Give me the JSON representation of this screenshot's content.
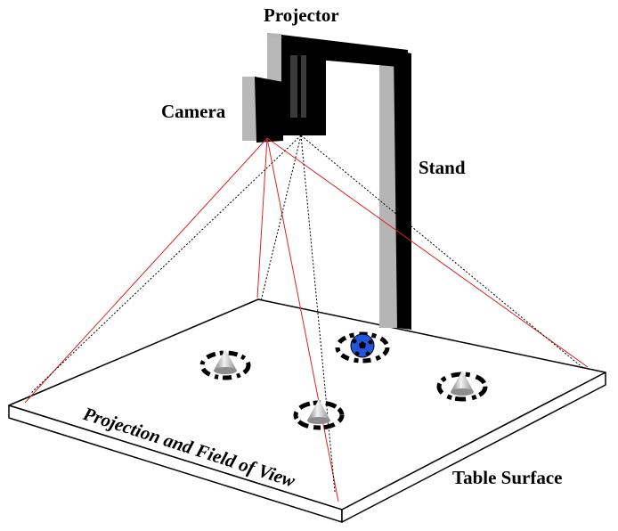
{
  "labels": {
    "projector": "Projector",
    "camera": "Camera",
    "stand": "Stand",
    "projection": "Projection and Field of View",
    "table": "Table Surface"
  },
  "colors": {
    "camera_field_lines": "#e02020",
    "projector_field_lines": "#000000",
    "ball": "#2255dd",
    "stand": "#000000",
    "stand_shade": "#b5b5b5"
  },
  "icons": {
    "projector": "projector-body",
    "camera": "camera-body",
    "marker": "cone-marker",
    "ball": "soccer-ball-marker"
  }
}
